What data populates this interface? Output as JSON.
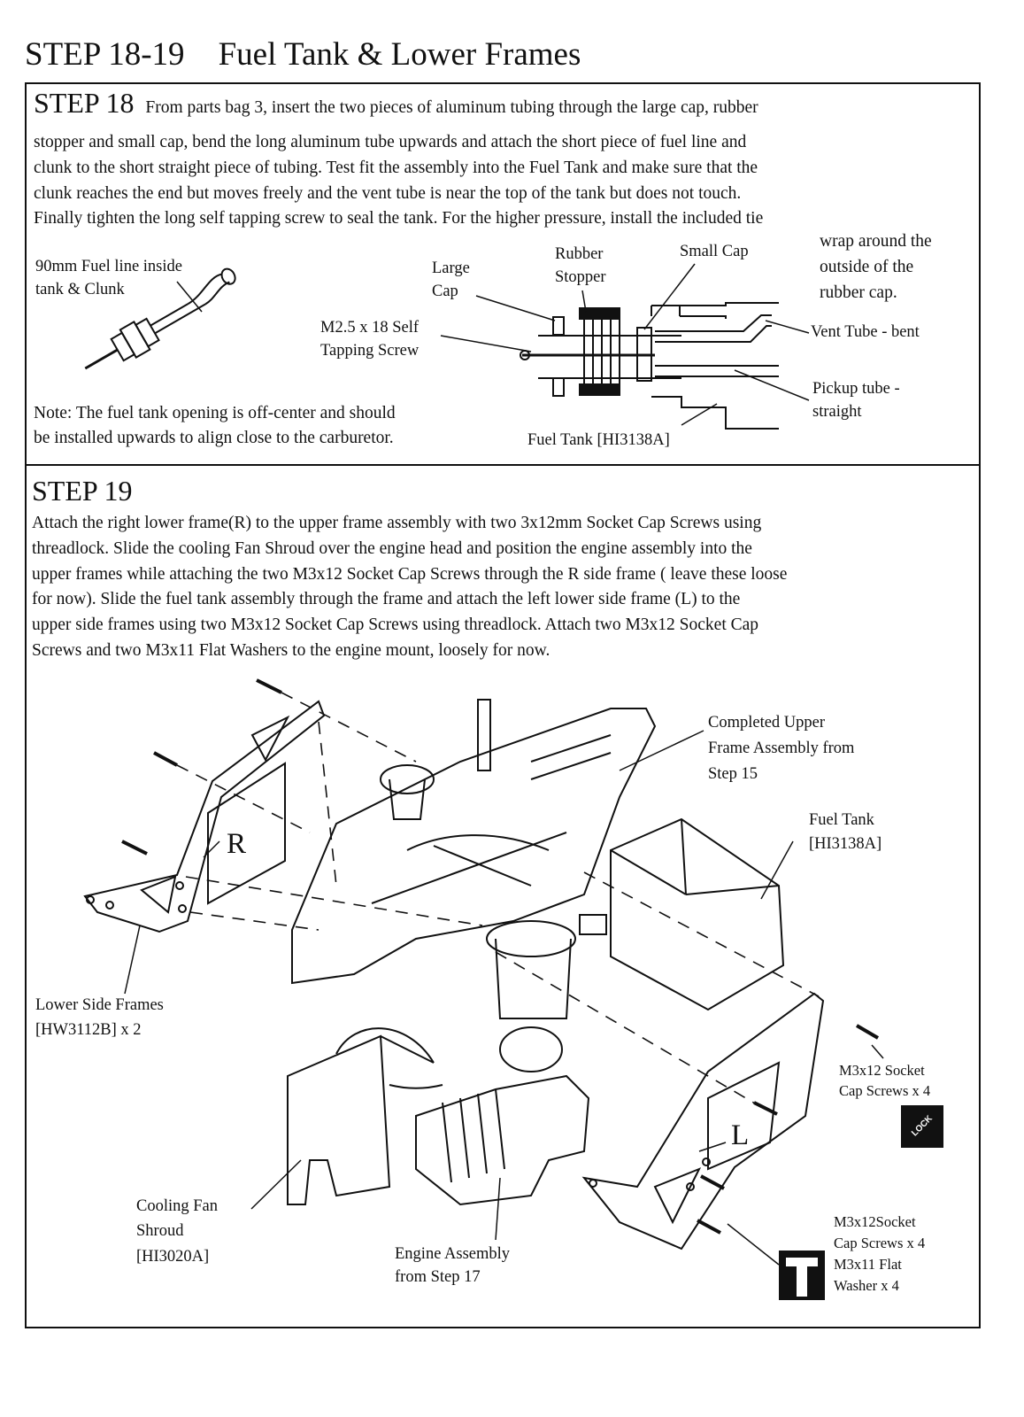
{
  "page": {
    "step_code": "STEP 18-19",
    "title": "Fuel Tank & Lower Frames"
  },
  "step18": {
    "heading": "STEP 18",
    "line1": "From parts bag 3,  insert the two pieces of aluminum tubing through the large cap, rubber",
    "line2": "stopper and small cap, bend the long aluminum tube upwards and attach the short piece of fuel line and",
    "line3": "clunk to the short straight piece of tubing.  Test fit the assembly into the Fuel Tank and make sure that the",
    "line4": "clunk reaches the end but moves freely and the vent tube is near the top of the tank but does not touch.",
    "line5": "Finally tighten the long self tapping screw to seal the tank.  For the higher pressure, install the included tie",
    "line6": "wrap around the",
    "line7": "outside of the",
    "line8": "rubber cap.",
    "labels": {
      "fuel_line_1": "90mm Fuel line inside",
      "fuel_line_2": "tank & Clunk",
      "large_cap_1": "Large",
      "large_cap_2": "Cap",
      "rubber_1": "Rubber",
      "rubber_2": "Stopper",
      "small_cap": "Small Cap",
      "screw_1": "M2.5 x 18 Self",
      "screw_2": "Tapping Screw",
      "vent": "Vent Tube - bent",
      "pickup_1": "Pickup  tube -",
      "pickup_2": "straight",
      "tank": "Fuel Tank [HI3138A]"
    },
    "note_1": "Note:  The fuel tank opening is off-center and should",
    "note_2": "be installed upwards to align close to the carburetor."
  },
  "step19": {
    "heading": "STEP 19",
    "line1": "Attach the right lower frame(R) to the upper frame assembly with two 3x12mm Socket Cap Screws using",
    "line2": "threadlock.  Slide the cooling Fan Shroud over the engine head and position the engine assembly into the",
    "line3": "upper frames while attaching the two M3x12 Socket Cap Screws through the R side frame ( leave these loose",
    "line4": "for now).  Slide the fuel tank assembly through the frame and attach the left lower side frame (L) to the",
    "line5": "upper side frames using two M3x12 Socket Cap Screws using threadlock.  Attach two M3x12 Socket Cap",
    "line6": "Screws and two M3x11 Flat Washers to the engine mount, loosely for now.",
    "labels": {
      "upper_1": "Completed Upper",
      "upper_2": "Frame Assembly from",
      "upper_3": "Step 15",
      "tank_1": "Fuel Tank",
      "tank_2": "[HI3138A]",
      "frame_r": "R",
      "frame_l": "L",
      "lower_1": "Lower Side Frames",
      "lower_2": "[HW3112B] x 2",
      "shroud_1": "Cooling Fan",
      "shroud_2": "Shroud",
      "shroud_3": "[HI3020A]",
      "engine_1": "Engine Assembly",
      "engine_2": "from Step 17",
      "screws_a_1": "M3x12 Socket",
      "screws_a_2": "Cap Screws x 4",
      "screws_b_1": "M3x12Socket",
      "screws_b_2": "Cap Screws x 4",
      "screws_b_3": "M3x11 Flat",
      "screws_b_4": "Washer x 4",
      "lock_badge": "LOCK"
    }
  }
}
